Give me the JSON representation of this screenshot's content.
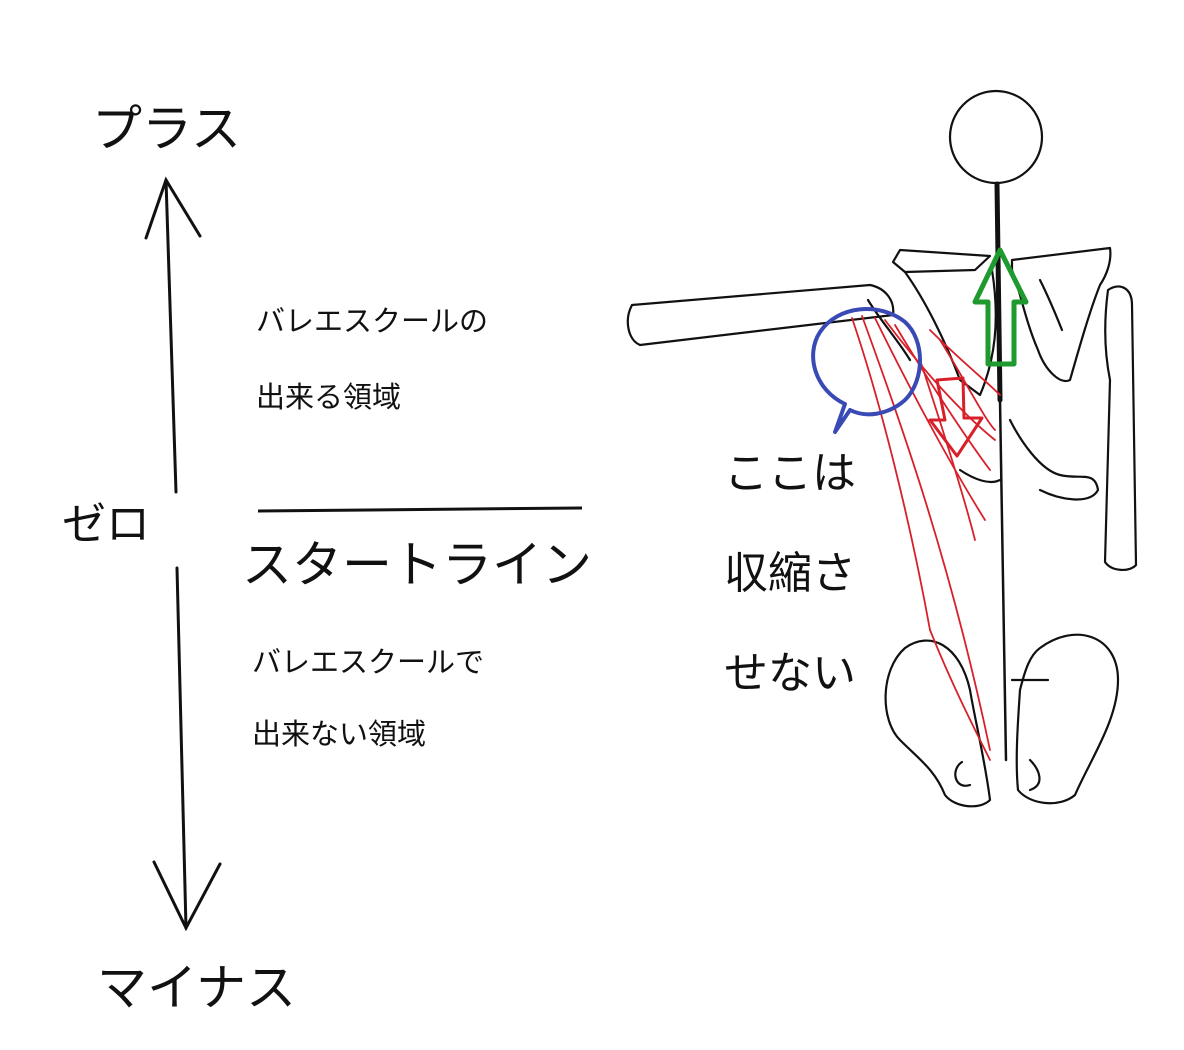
{
  "scale": {
    "top_label": "プラス",
    "zero_label": "ゼロ",
    "bottom_label": "マイナス"
  },
  "regions": {
    "upper_line1": "バレエスクールの",
    "upper_line2": "出来る領域",
    "start_line_label": "スタートライン",
    "lower_line1": "バレエスクールで",
    "lower_line2": "出来ない領域"
  },
  "annotation": {
    "line1": "ここは",
    "line2": "収縮さ",
    "line3": "せない"
  },
  "colors": {
    "ink": "#111111",
    "muscle": "#d8202a",
    "up_arrow": "#1e9a2e",
    "down_arrow": "#d8202a",
    "bubble": "#3a4ab5"
  }
}
